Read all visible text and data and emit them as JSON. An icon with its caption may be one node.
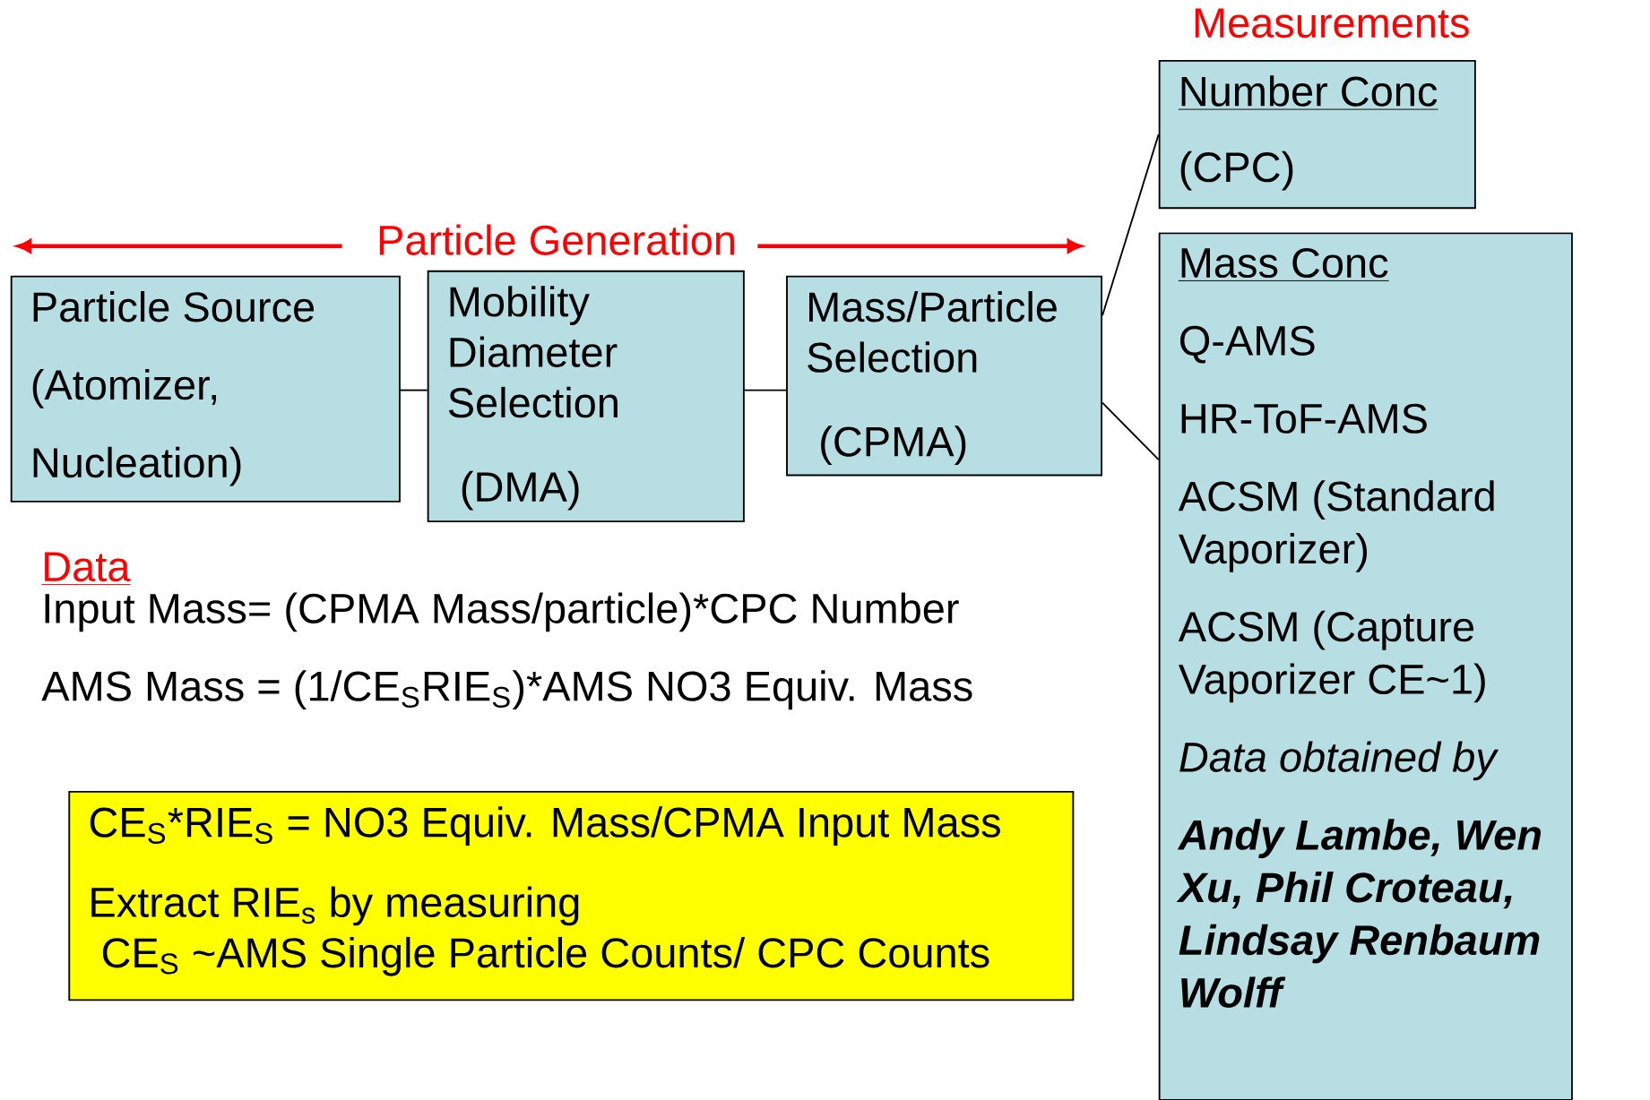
{
  "diagram": {
    "nodes": [
      {
        "text": [
          "Particle Source",
          "(Atomizer, Nucleation)"
        ]
      },
      {
        "text": [
          "Mobility Diameter Selection",
          "(DMA)"
        ]
      },
      {
        "text": [
          "Mass/Particle Selection",
          "(CPMA)"
        ]
      },
      {
        "text": [
          "Number Conc",
          "(CPC)"
        ]
      },
      {
        "text": [
          "Mass Conc",
          "Q-AMS",
          "HR-ToF-AMS",
          "ACSM (Standard Vaporizer)",
          "ACSM (Capture Vaporizer CE~1)",
          "Data obtained by",
          "Andy Lambe, Wen Xu, Phil Croteau, Lindsay Renbaum Wolff"
        ]
      },
      {
        "text": [
          "CE$_{S}$*RIE$_{S}$ = NO3 Equiv. Mass/CPMA Input Mass",
          "Extract RIE$_{s}$ by measuring",
          "CE$_{S}$ ~AMS Single Particle Counts/ CPC Counts"
        ]
      }
    ],
    "edges": [
      {
        "from": 0,
        "to": 1,
        "arrow": "none"
      },
      {
        "from": 1,
        "to": 2,
        "arrow": "none"
      },
      {
        "from": 2,
        "to": 3,
        "arrow": "none"
      },
      {
        "from": 2,
        "to": 4,
        "arrow": "none"
      }
    ],
    "labels": [
      "Measurements",
      "Particle Generation",
      "Data",
      "Input Mass= (CPMA Mass/particle)*CPC Number",
      "AMS Mass = (1/CE$_{S}$RIE$_{S}$)*AMS NO3 Equiv. Mass"
    ]
  }
}
